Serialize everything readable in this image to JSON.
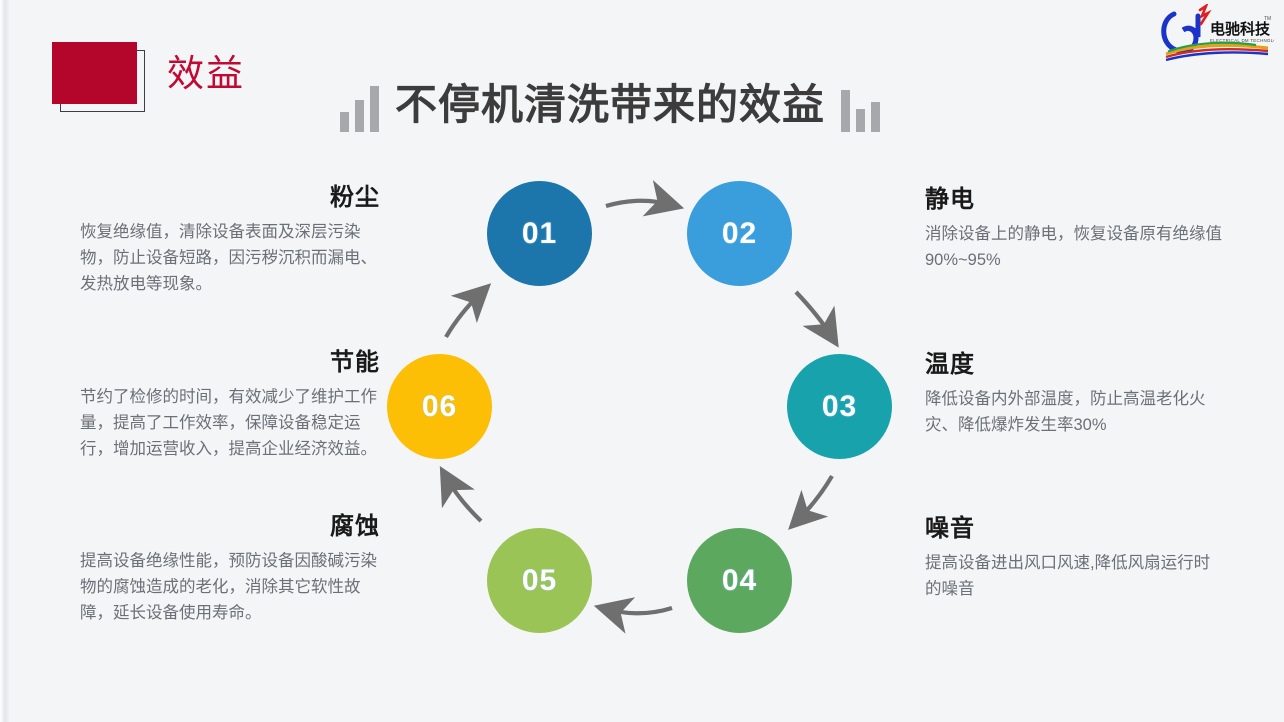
{
  "header": {
    "section_label": "效益",
    "title": "不停机清洗带来的效益",
    "accent_red": "#b4052b",
    "label_red": "#c10a33",
    "bar_gray": "#a7a8ab"
  },
  "logo": {
    "brand_cn": "电驰科技",
    "brand_en": "ELECTRICAL DM TECHNOLOGY",
    "trademark": "TM",
    "mark_color": "#1a33c8"
  },
  "diagram": {
    "nodes": [
      {
        "number": "01",
        "color": "#1c76ab"
      },
      {
        "number": "02",
        "color": "#3a9ddc"
      },
      {
        "number": "03",
        "color": "#18a2ac"
      },
      {
        "number": "04",
        "color": "#5ca85f"
      },
      {
        "number": "05",
        "color": "#9ac456"
      },
      {
        "number": "06",
        "color": "#fcbf06"
      }
    ],
    "arrow_color": "#6f6f6f"
  },
  "blocks": {
    "dust": {
      "heading": "粉尘",
      "body": "恢复绝缘值，清除设备表面及深层污染物，防止设备短路，因污秽沉积而漏电、发热放电等现象。"
    },
    "energy": {
      "heading": "节能",
      "body": "节约了检修的时间，有效减少了维护工作量，提高了工作效率，保障设备稳定运行，增加运营收入，提高企业经济效益。"
    },
    "corrosion": {
      "heading": "腐蚀",
      "body": "提高设备绝缘性能，预防设备因酸碱污染物的腐蚀造成的老化，消除其它软性故障，延长设备使用寿命。"
    },
    "static": {
      "heading": "静电",
      "body": "消除设备上的静电，恢复设备原有绝缘值90%~95%"
    },
    "temperature": {
      "heading": "温度",
      "body": "降低设备内外部温度，防止高温老化火灾、降低爆炸发生率30%"
    },
    "noise": {
      "heading": "噪音",
      "body": "提高设备进出风口风速,降低风扇运行时的噪音"
    }
  }
}
